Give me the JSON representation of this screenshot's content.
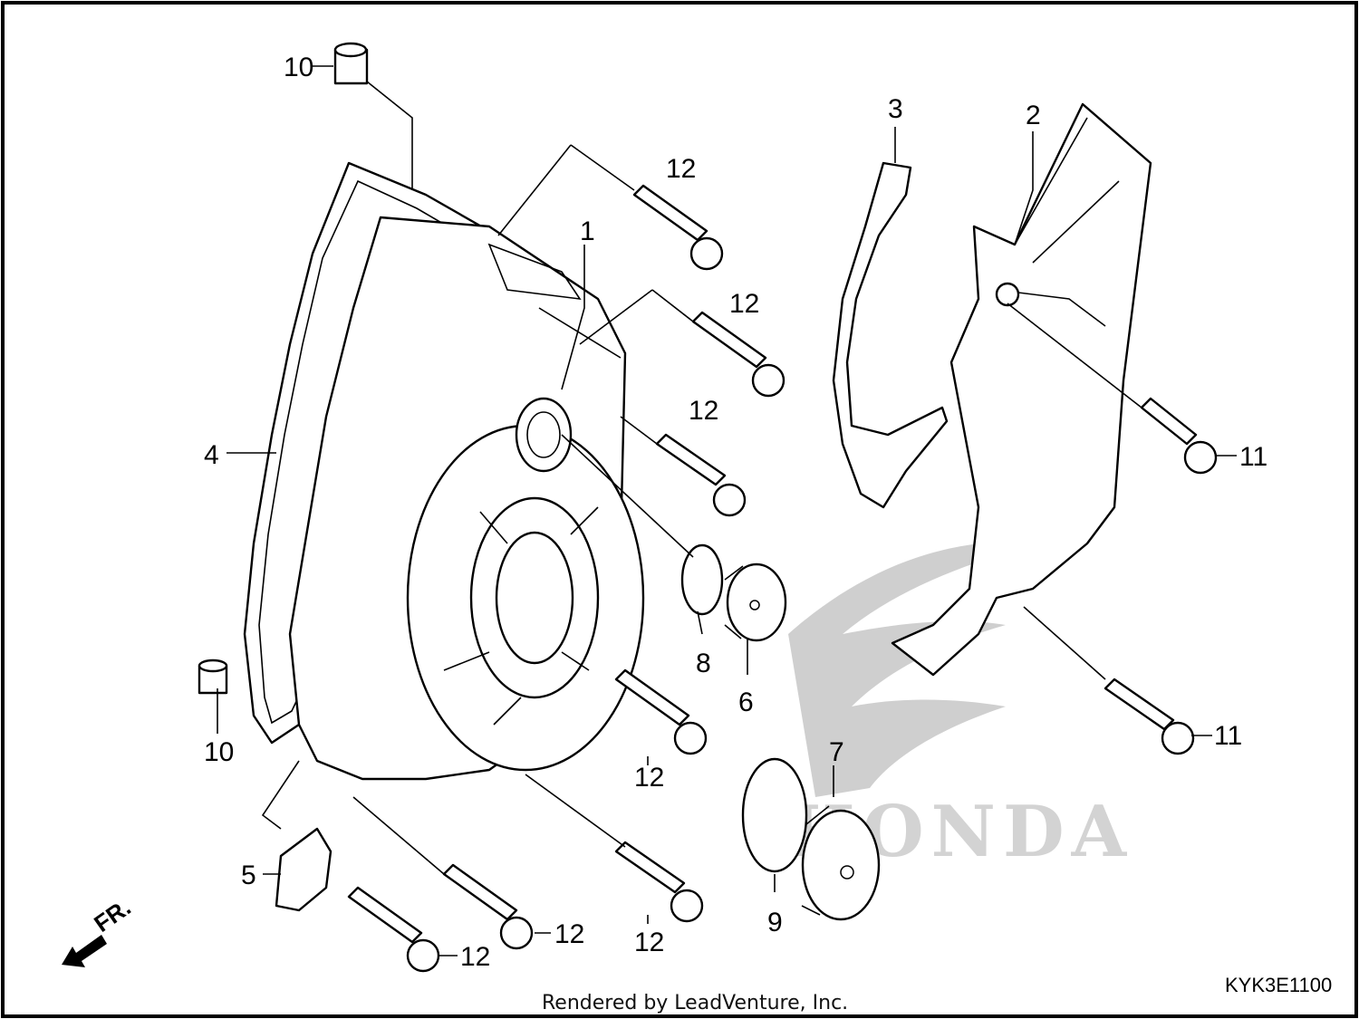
{
  "diagram": {
    "callouts": {
      "c1": "1",
      "c2": "2",
      "c3": "3",
      "c4": "4",
      "c5": "5",
      "c6": "6",
      "c7": "7",
      "c8": "8",
      "c9": "9",
      "c10a": "10",
      "c10b": "10",
      "c11a": "11",
      "c11b": "11",
      "c12a": "12",
      "c12b": "12",
      "c12c": "12",
      "c12d": "12",
      "c12e": "12",
      "c12f": "12",
      "c12g": "12"
    },
    "direction_label": "FR.",
    "watermark_text": "HONDA",
    "drawing_code": "KYK3E1100",
    "footer_credit": "Rendered by LeadVenture, Inc."
  }
}
